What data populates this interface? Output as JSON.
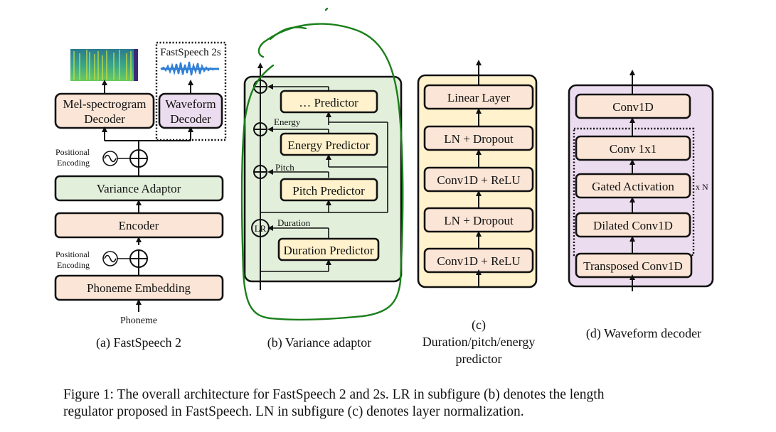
{
  "figure": {
    "a": {
      "caption": "(a) FastSpeech 2",
      "blocks": {
        "mel_decoder": [
          "Mel-spectrogram",
          "Decoder"
        ],
        "waveform_decoder": [
          "Waveform",
          "Decoder"
        ],
        "variance_adaptor": "Variance Adaptor",
        "encoder": "Encoder",
        "phoneme_embedding": "Phoneme Embedding"
      },
      "positional_encoding": [
        "Positional",
        "Encoding"
      ],
      "input_label": "Phoneme",
      "fastspeech2s_label": "FastSpeech 2s",
      "outputs": [
        "mel-spectrogram-image",
        "waveform-image"
      ]
    },
    "b": {
      "caption": "(b) Variance adaptor",
      "predictors": {
        "other": "… Predictor",
        "energy": "Energy Predictor",
        "pitch": "Pitch Predictor",
        "duration": "Duration Predictor"
      },
      "arrow_labels": {
        "energy": "Energy",
        "pitch": "Pitch",
        "duration": "Duration"
      },
      "length_regulator": "LR"
    },
    "c": {
      "caption": [
        "(c)",
        "Duration/pitch/energy",
        "predictor"
      ],
      "layers": [
        "Linear Layer",
        "LN + Dropout",
        "Conv1D + ReLU",
        "LN + Dropout",
        "Conv1D + ReLU"
      ]
    },
    "d": {
      "caption": "(d) Waveform decoder",
      "layers": [
        "Conv1D",
        "Conv 1x1",
        "Gated Activation",
        "Dilated Conv1D",
        "Transposed Conv1D"
      ],
      "repeat_label": "x N"
    },
    "annotation_color": "#1a7f1a"
  },
  "caption": {
    "line1": "Figure 1: The overall architecture for FastSpeech 2 and 2s. LR in subfigure (b) denotes the length",
    "line2": "regulator proposed in FastSpeech. LN in subfigure (c) denotes layer normalization."
  }
}
